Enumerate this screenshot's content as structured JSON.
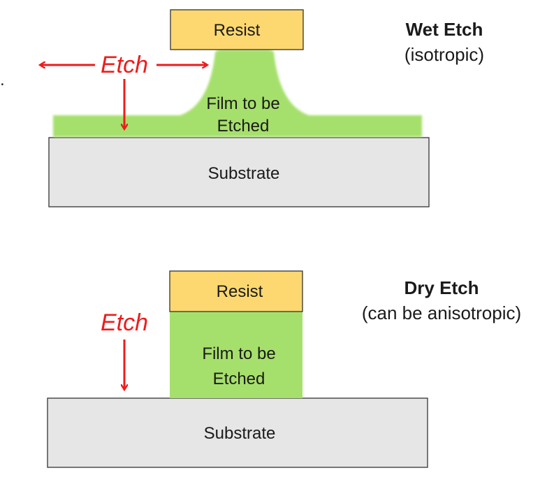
{
  "wet": {
    "title": "Wet Etch",
    "subtitle": "(isotropic)",
    "resist_label": "Resist",
    "film_line1": "Film to be",
    "film_line2": "Etched",
    "substrate_label": "Substrate",
    "etch_label": "Etch"
  },
  "dry": {
    "title": "Dry Etch",
    "subtitle": "(can be anisotropic)",
    "resist_label": "Resist",
    "film_line1": "Film to be",
    "film_line2": "Etched",
    "substrate_label": "Substrate",
    "etch_label": "Etch"
  },
  "colors": {
    "resist_fill": "#fdd870",
    "resist_stroke": "#333333",
    "film_fill": "#a6e06c",
    "substrate_fill": "#e6e6e6",
    "substrate_stroke": "#333333",
    "etch_arrow": "#ee1c1c"
  },
  "stray_mark": "."
}
